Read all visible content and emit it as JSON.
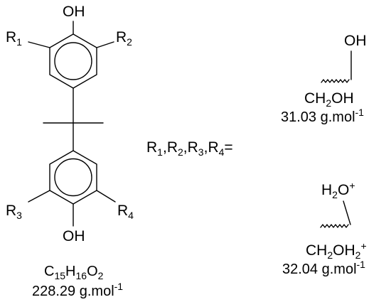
{
  "bisphenol": {
    "top_oh": {
      "a": "OH"
    },
    "bottom_oh": {
      "a": "OH"
    },
    "r1": {
      "a": "R",
      "sub": "1"
    },
    "r2": {
      "a": "R",
      "sub": "2"
    },
    "r3": {
      "a": "R",
      "sub": "3"
    },
    "r4": {
      "a": "R",
      "sub": "4"
    },
    "formula": {
      "a": "C",
      "s1": "15",
      "b": "H",
      "s2": "16",
      "c": "O",
      "s3": "2"
    },
    "mass": {
      "a": "228.29 g.mol",
      "sup": "-1"
    }
  },
  "substituent_definition": {
    "r1": "R",
    "s1": "1",
    "c1": ",",
    "r2": "R",
    "s2": "2",
    "c2": ",",
    "r3": "R",
    "s3": "3",
    "c3": ",",
    "r4": "R",
    "s4": "4",
    "eq": "="
  },
  "group_hydroxymethyl": {
    "atom": {
      "a": "OH"
    },
    "formula": {
      "a": "CH",
      "s1": "2",
      "b": "OH"
    },
    "mass": {
      "a": "31.03 g.mol",
      "sup": "-1"
    }
  },
  "group_protonated": {
    "atom": {
      "a": "H",
      "s1": "2",
      "b": "O",
      "sup": "+"
    },
    "formula": {
      "a": "CH",
      "s1": "2",
      "b": "OH",
      "s2": "2",
      "sup": "+"
    },
    "mass": {
      "a": "32.04 g.mol",
      "sup": "-1"
    }
  }
}
